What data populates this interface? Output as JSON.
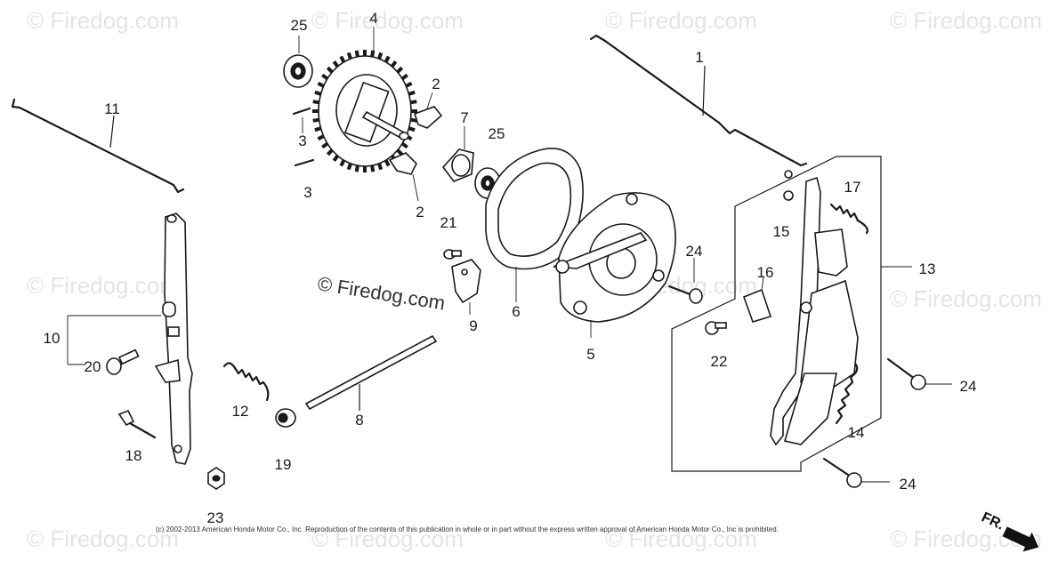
{
  "watermark": {
    "tile_text": "© Firedog.com",
    "main_text": "© Firedog.com"
  },
  "copyright": "(c) 2002-2013 American Honda Motor Co., Inc. Reproduction of the contents of this publication in whole or in part without the express written approval of American Honda Motor Co., Inc is prohibited.",
  "direction_marker": "FR.",
  "labels": {
    "l1": "1",
    "l2a": "2",
    "l2b": "2",
    "l3a": "3",
    "l3b": "3",
    "l4": "4",
    "l5": "5",
    "l6": "6",
    "l7": "7",
    "l8": "8",
    "l9": "9",
    "l10": "10",
    "l11": "11",
    "l12": "12",
    "l13": "13",
    "l14": "14",
    "l15": "15",
    "l16": "16",
    "l17": "17",
    "l18": "18",
    "l19": "19",
    "l20": "20",
    "l21": "21",
    "l22": "22",
    "l23": "23",
    "l24a": "24",
    "l24b": "24",
    "l24c": "24",
    "l25a": "25",
    "l25b": "25"
  }
}
